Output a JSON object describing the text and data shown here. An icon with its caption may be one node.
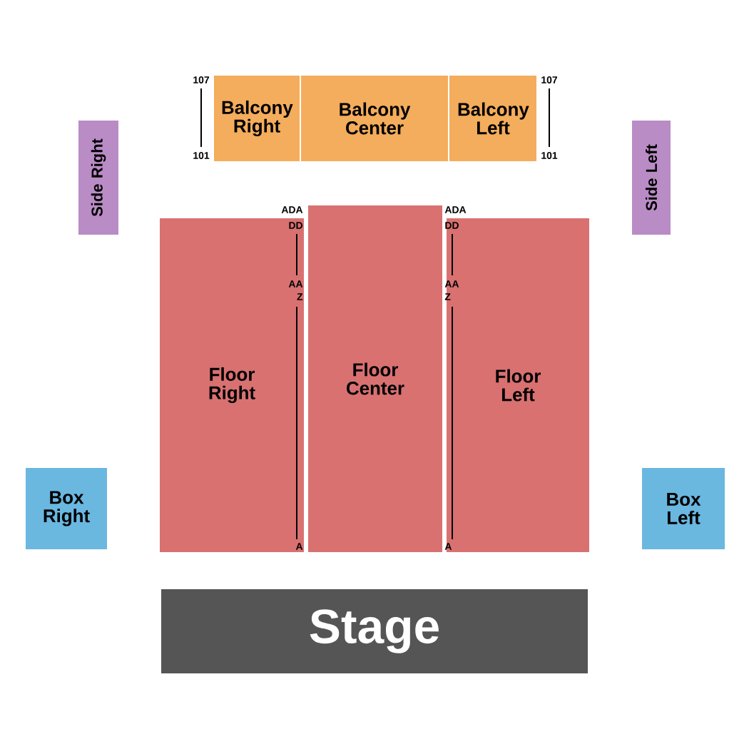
{
  "diagram": {
    "nodes": [
      {
        "text": [
          "Balcony Right"
        ]
      },
      {
        "text": [
          "Balcony Center"
        ]
      },
      {
        "text": [
          "Balcony Left"
        ]
      },
      {
        "text": [
          "Side Right"
        ]
      },
      {
        "text": [
          "Side Left"
        ]
      },
      {
        "text": [
          "Floor Right"
        ]
      },
      {
        "text": [
          "Floor Center"
        ]
      },
      {
        "text": [
          "Floor Left"
        ]
      },
      {
        "text": [
          "Box Right"
        ]
      },
      {
        "text": [
          "Box Left"
        ]
      },
      {
        "text": [
          "Stage"
        ]
      }
    ],
    "labels": [
      "107",
      "107",
      "101",
      "101",
      "ADA",
      "ADA",
      "DD",
      "DD",
      "AA",
      "AA",
      "Z",
      "Z",
      "A",
      "A"
    ]
  }
}
